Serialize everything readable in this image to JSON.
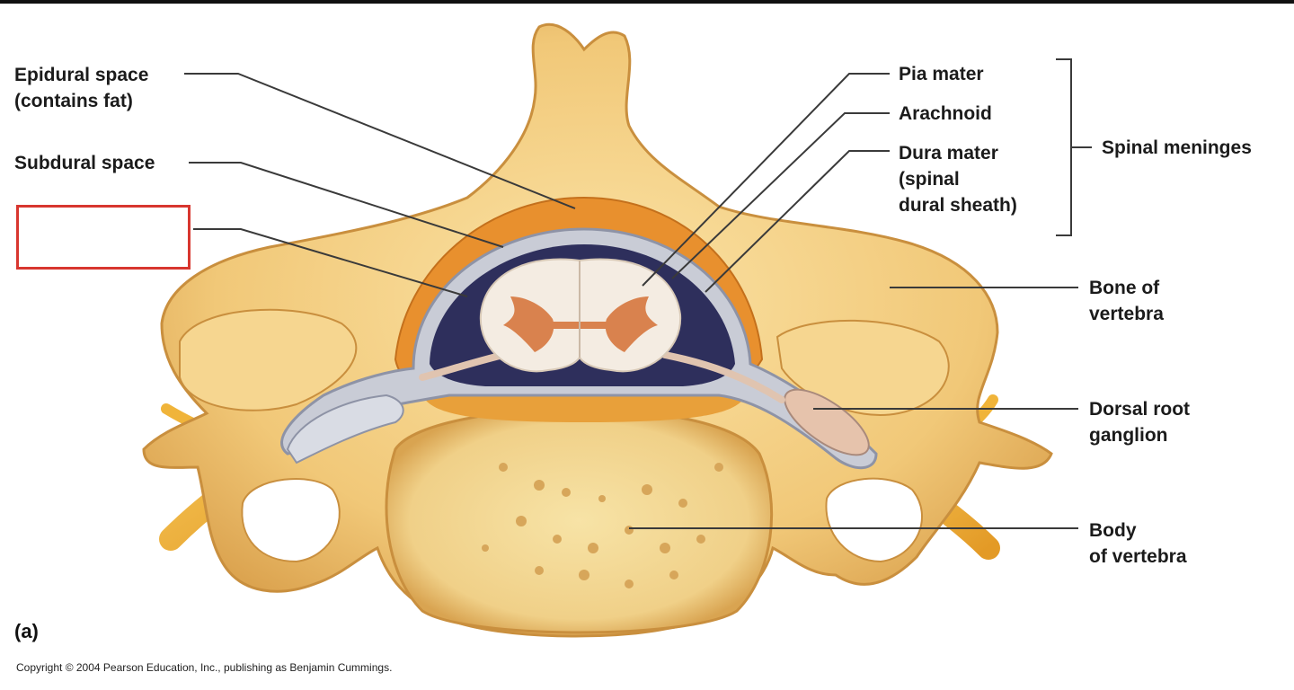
{
  "labels": {
    "epidural": [
      "Epidural space",
      "(contains fat)"
    ],
    "subdural": [
      "Subdural space"
    ],
    "pia": [
      "Pia mater"
    ],
    "arachnoid": [
      "Arachnoid"
    ],
    "dura": [
      "Dura mater",
      "(spinal",
      "dural sheath)"
    ],
    "meninges": [
      "Spinal meninges"
    ],
    "bone": [
      "Bone of",
      "vertebra"
    ],
    "drg": [
      "Dorsal root",
      "ganglion"
    ],
    "body": [
      "Body",
      "of vertebra"
    ]
  },
  "hidden_label": "",
  "figure_letter": "(a)",
  "copyright": "Copyright © 2004 Pearson Education, Inc., publishing as Benjamin Cummings.",
  "colors": {
    "bone": "#f3cf83",
    "bone_dark": "#d9a44e",
    "fat": "#e8902e",
    "dura": "#c9ccd6",
    "subarachnoid": "#2e2f5c",
    "cord_white": "#f4ece2",
    "cord_gray": "#d9824e",
    "nerve": "#f0b43a",
    "answer_box": "#d8362f"
  }
}
